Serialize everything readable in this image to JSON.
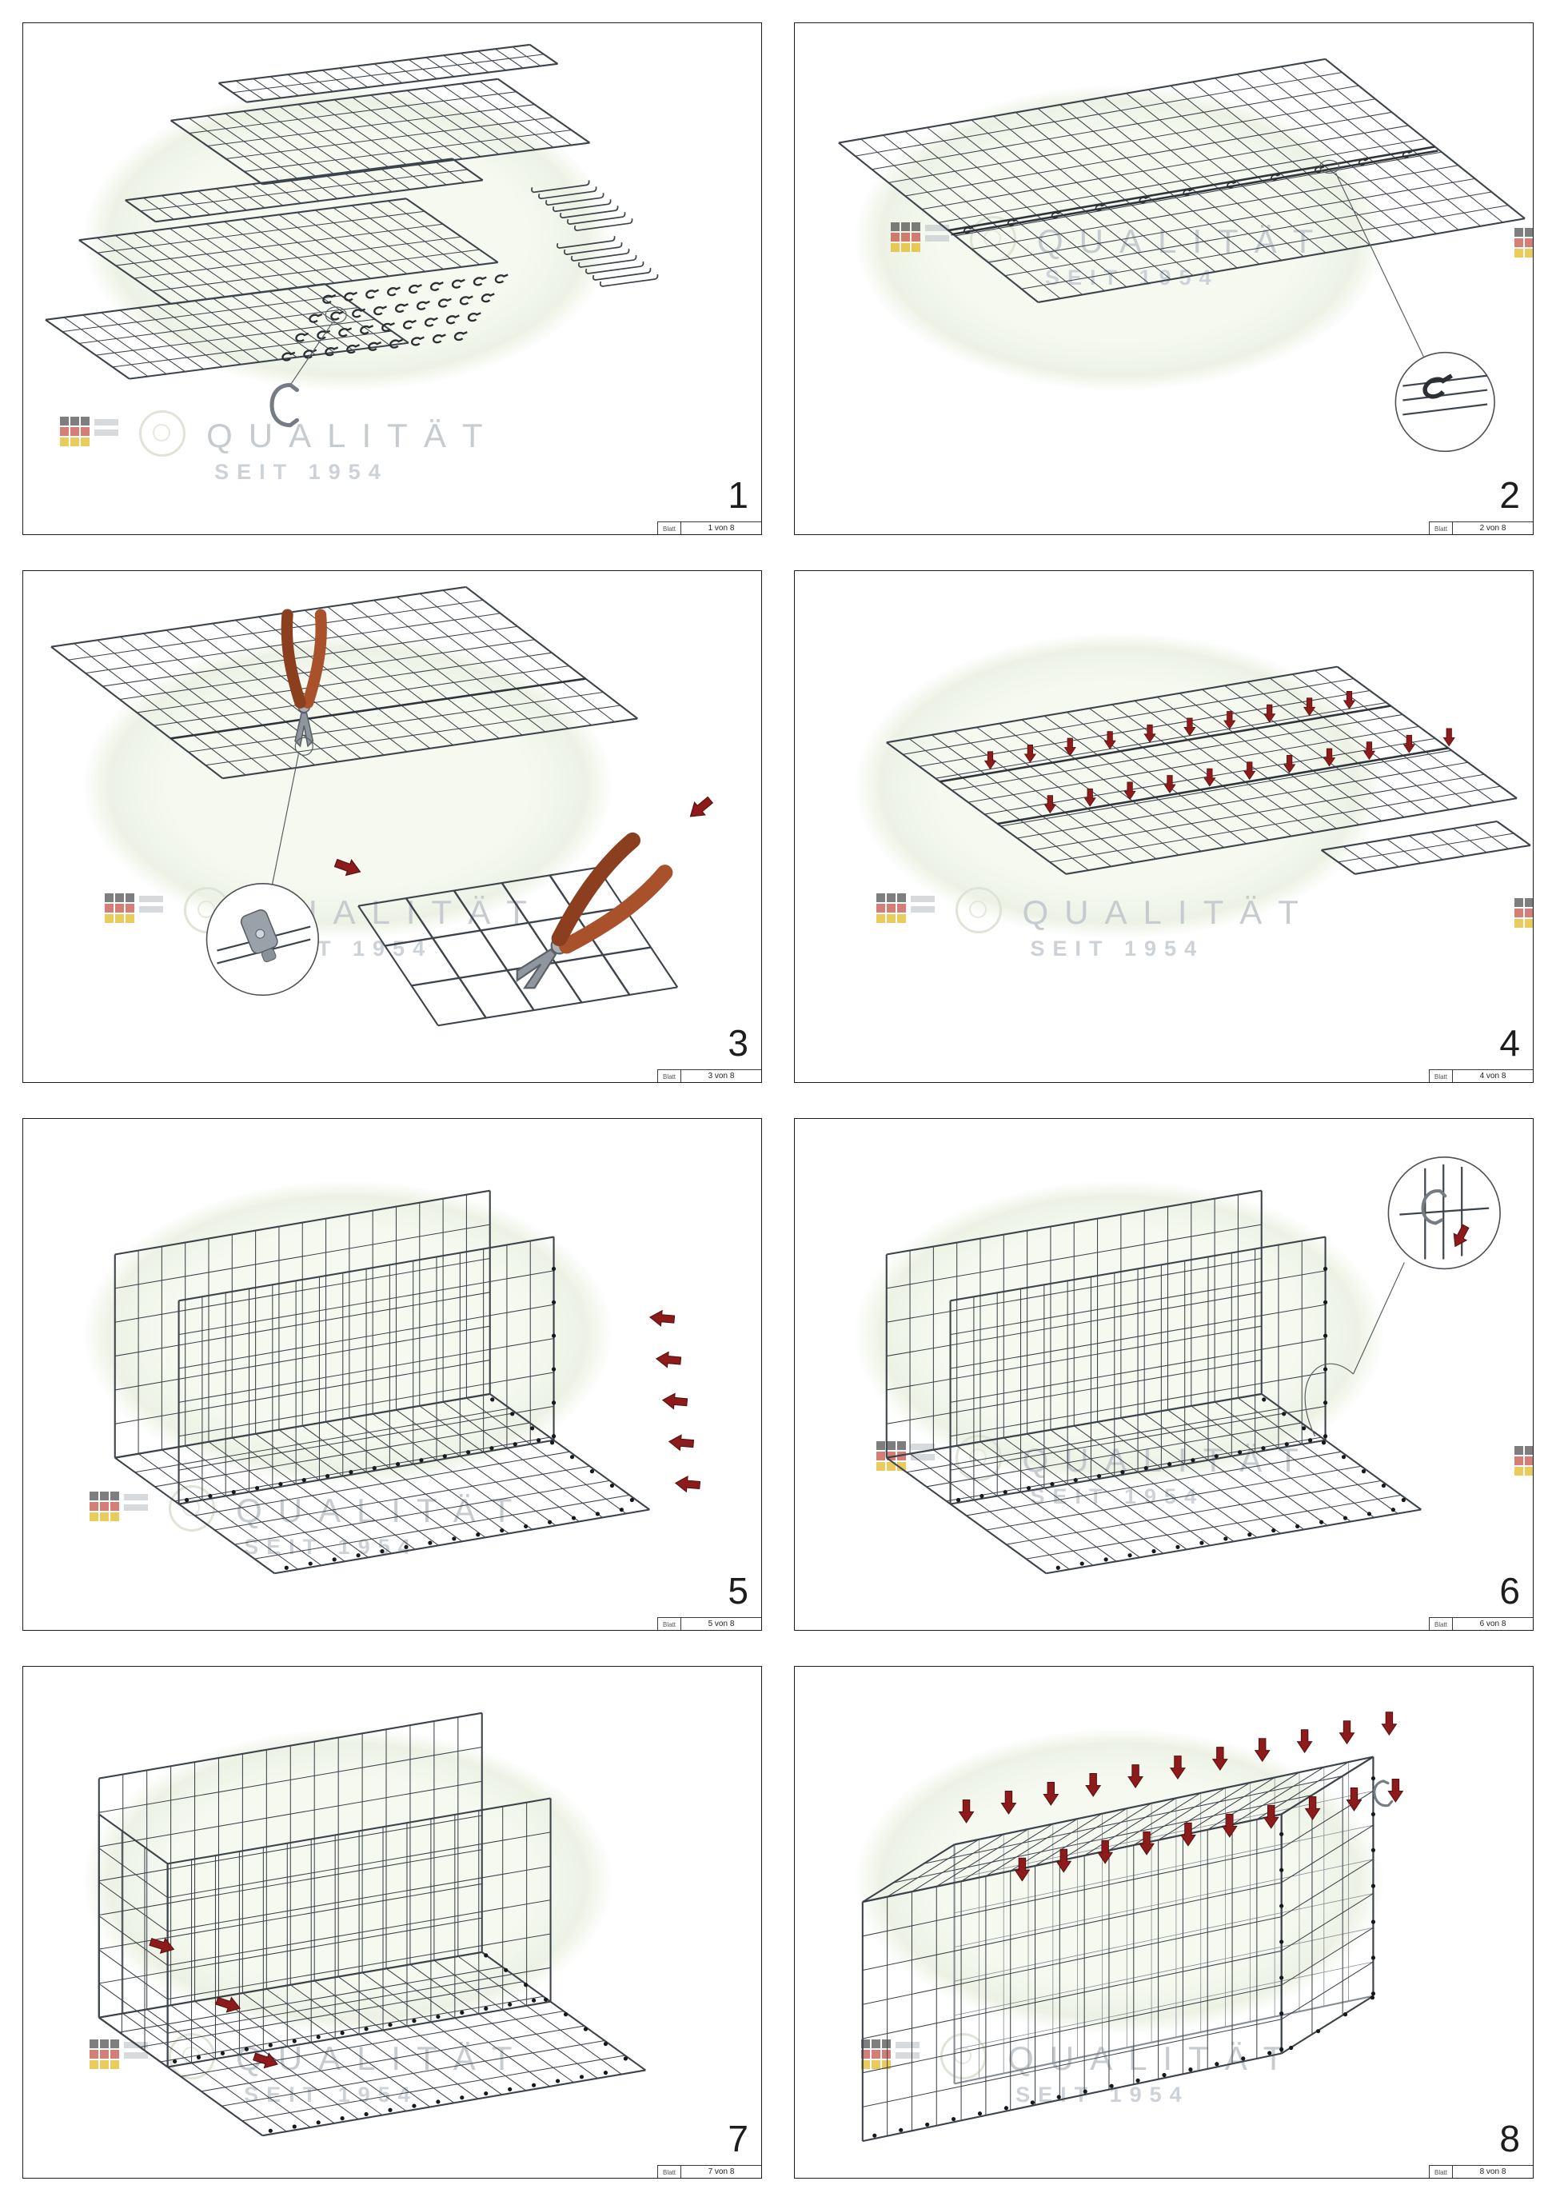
{
  "document": {
    "sheet_label": "Blatt",
    "background": "#ffffff"
  },
  "watermark": {
    "brand": "QUALITÄT",
    "subtitle": "SEIT 1954",
    "text_color": "#c6cbd0",
    "ellipse_color": "#edf2e5",
    "flag_colors": [
      "#3a3a3a",
      "#c03a30",
      "#e3b007"
    ]
  },
  "colors": {
    "mesh_wire": "#3d434b",
    "arrow_red": "#8e1b1b",
    "tool_handle": "#a8512b",
    "tool_metal": "#9ba1a8",
    "clip_metal": "#747b83"
  },
  "panels": [
    {
      "step": "1",
      "sheet": "1 von 8"
    },
    {
      "step": "2",
      "sheet": "2 von 8"
    },
    {
      "step": "3",
      "sheet": "3 von 8"
    },
    {
      "step": "4",
      "sheet": "4 von 8"
    },
    {
      "step": "5",
      "sheet": "5 von 8"
    },
    {
      "step": "6",
      "sheet": "6 von 8"
    },
    {
      "step": "7",
      "sheet": "7 von 8"
    },
    {
      "step": "8",
      "sheet": "8 von 8"
    }
  ]
}
